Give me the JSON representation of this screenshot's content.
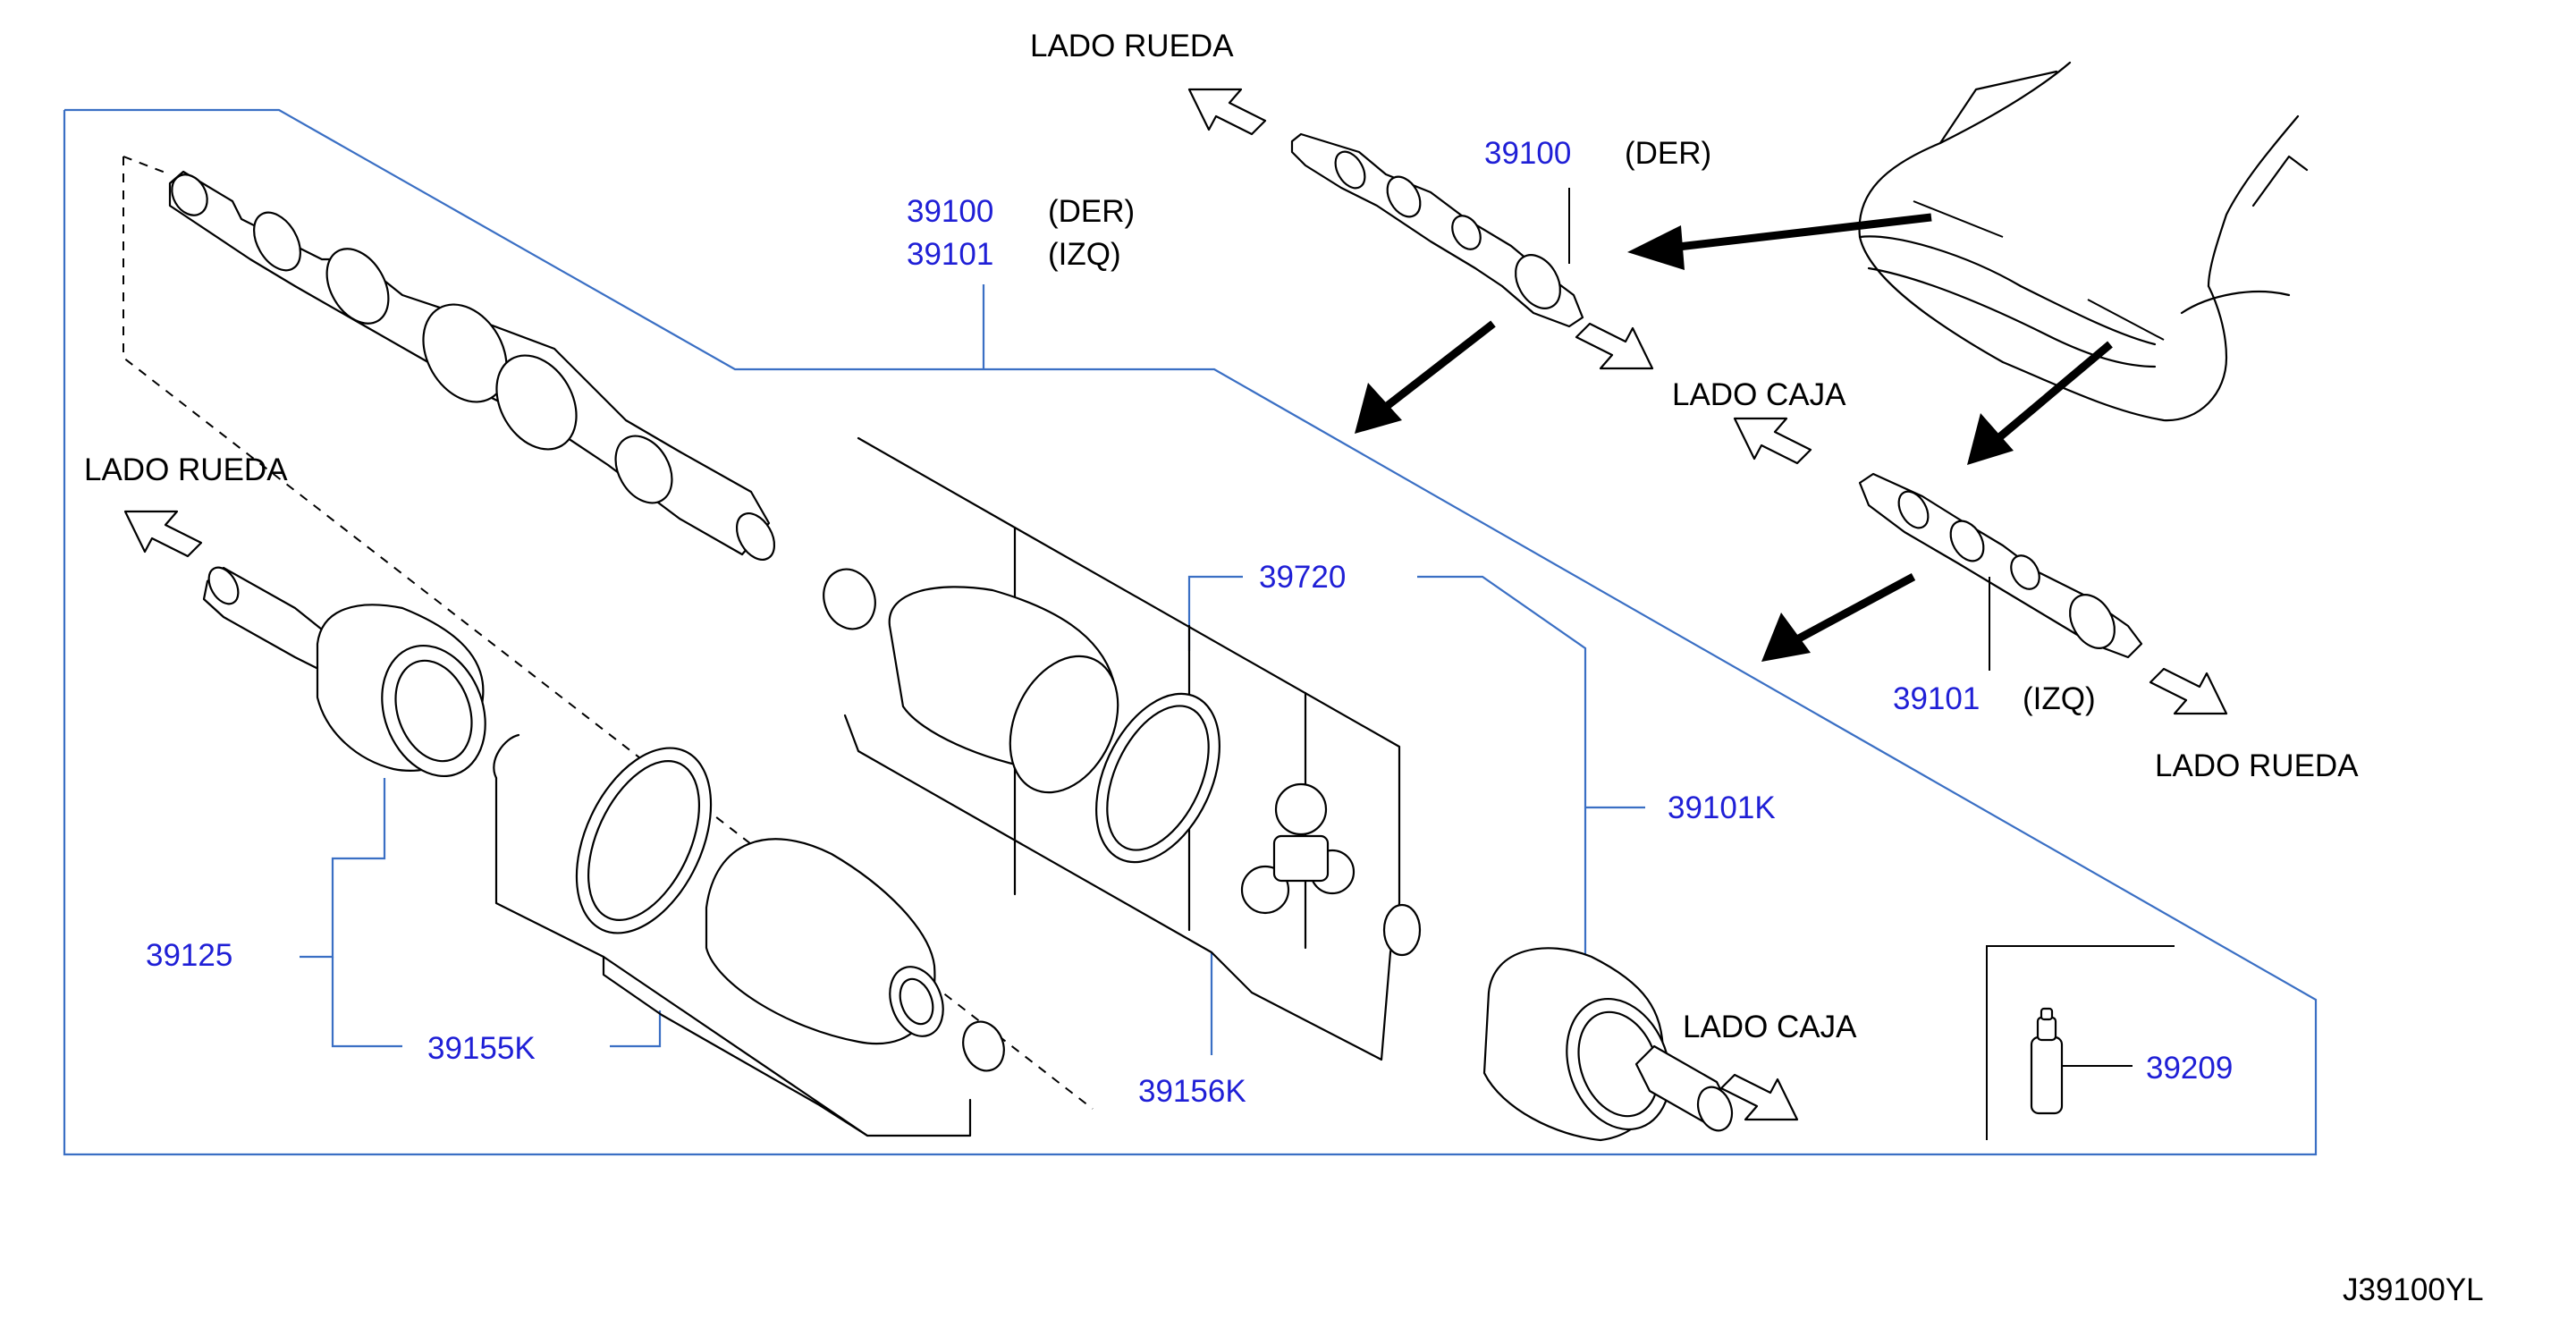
{
  "labels": {
    "lado_rueda_top": "LADO  RUEDA",
    "lado_rueda_left": "LADO  RUEDA",
    "lado_rueda_right": "LADO  RUEDA",
    "lado_caja_top": "LADO  CAJA",
    "lado_caja_bottom": "LADO  CAJA",
    "diagram_code": "J39100YL"
  },
  "parts": {
    "p39100_main": {
      "number": "39100",
      "side": "(DER)"
    },
    "p39101_main": {
      "number": "39101",
      "side": "(IZQ)"
    },
    "p39100_inset": {
      "number": "39100",
      "side": "(DER)"
    },
    "p39101_inset": {
      "number": "39101",
      "side": "(IZQ)"
    },
    "p39720": "39720",
    "p39101K": "39101K",
    "p39125": "39125",
    "p39155K": "39155K",
    "p39156K": "39156K",
    "p39209": "39209"
  },
  "colors": {
    "part_number": "#1f1fd6",
    "frame_line": "#3a6fc4",
    "text": "#000000"
  }
}
